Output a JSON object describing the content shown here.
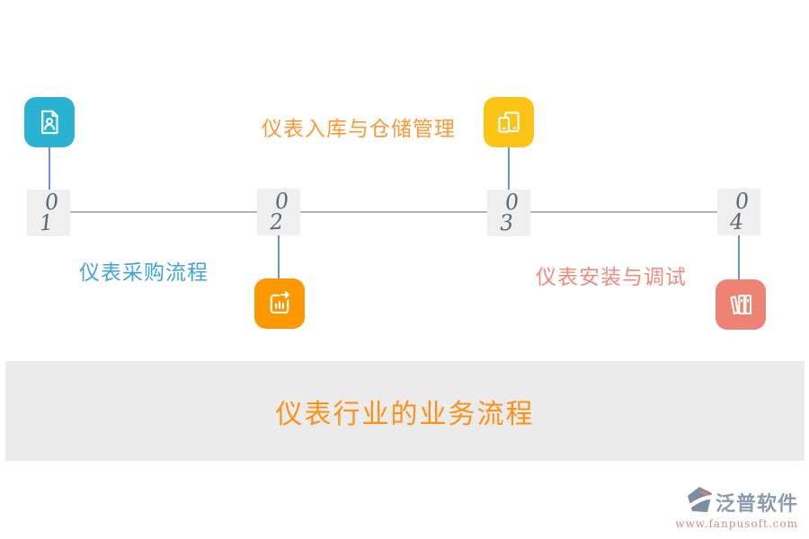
{
  "page": {
    "background": "#ffffff"
  },
  "title": {
    "text": "仪表行业的业务流程",
    "color": "#ff9015",
    "panel_bg": "#ebebeb"
  },
  "timeline": {
    "line_color": "#b3b3b3",
    "connector_color": "#6a93d0",
    "number_box_bg": "#efefef",
    "number_color": "#5c6876",
    "steps": [
      {
        "number_top": "0",
        "number_bottom": "1",
        "label": "仪表采购流程",
        "label_color": "#41a4df",
        "icon": "document-person-icon",
        "icon_bg": "#2ab2d3",
        "icon_position": "above"
      },
      {
        "number_top": "0",
        "number_bottom": "2",
        "label": "仪表入库与仓储管理",
        "label_color": "#fd9833",
        "icon": "chart-export-icon",
        "icon_bg": "#fd9702",
        "icon_position": "below"
      },
      {
        "number_top": "0",
        "number_bottom": "3",
        "label": "",
        "label_color": "",
        "icon": "devices-icon",
        "icon_bg": "#fbc313",
        "icon_position": "above"
      },
      {
        "number_top": "0",
        "number_bottom": "4",
        "label": "仪表安装与调试",
        "label_color": "#f28b7d",
        "icon": "books-icon",
        "icon_bg": "#ef8373",
        "icon_position": "below"
      }
    ]
  },
  "footer_logo": {
    "brand": "泛普软件",
    "url": "www.fanpusoft.com",
    "brand_color": "#8c9aad",
    "url_color": "#cf8e8b"
  }
}
